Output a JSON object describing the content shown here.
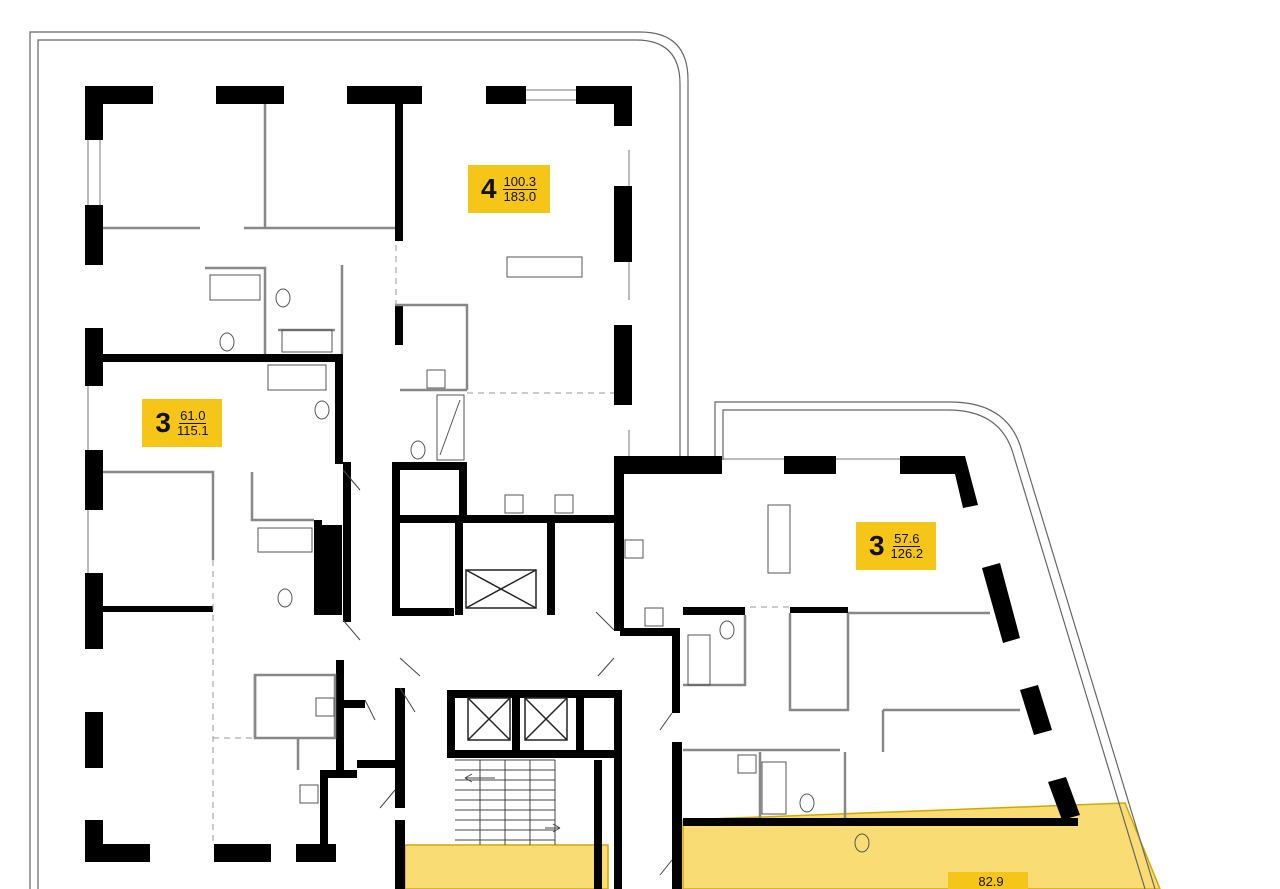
{
  "plan": {
    "highlight_color": "#f5c518",
    "apartments": [
      {
        "id": "apt-4",
        "rooms": "4",
        "living_area": "100.3",
        "total_area": "183.0"
      },
      {
        "id": "apt-3-west",
        "rooms": "3",
        "living_area": "61.0",
        "total_area": "115.1"
      },
      {
        "id": "apt-3-east",
        "rooms": "3",
        "living_area": "57.6",
        "total_area": "126.2"
      },
      {
        "id": "apt-partial-south",
        "rooms": "",
        "living_area": "82.9",
        "total_area": ""
      }
    ]
  }
}
